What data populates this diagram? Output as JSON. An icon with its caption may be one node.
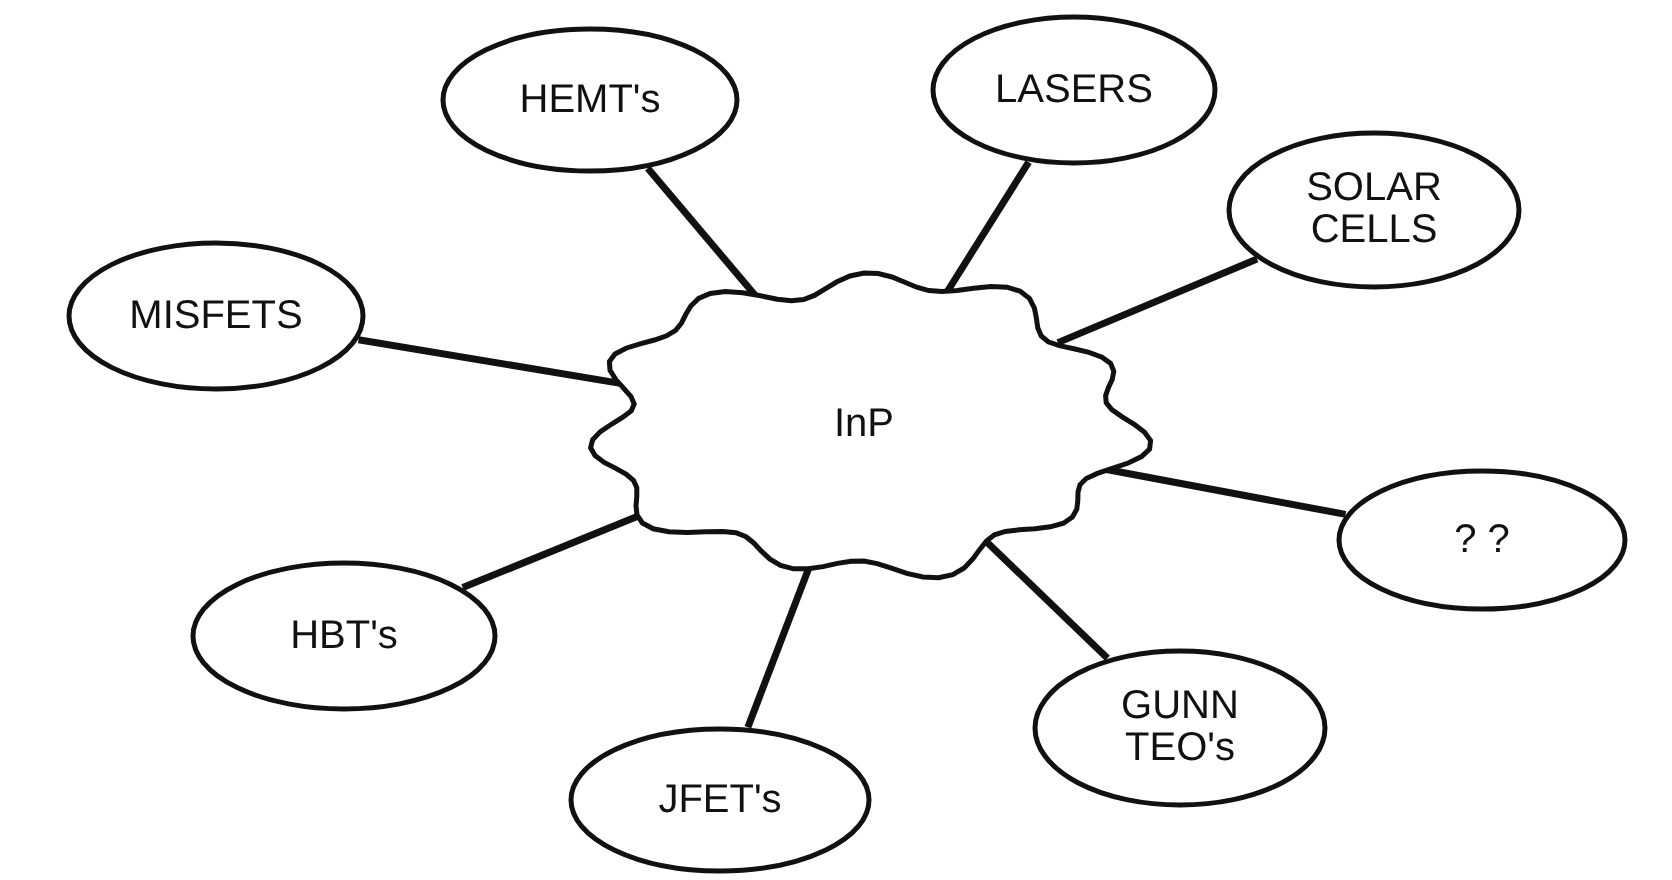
{
  "diagram": {
    "nodes": [
      {
        "text": [
          "HEMT's"
        ]
      },
      {
        "text": [
          "LASERS"
        ]
      },
      {
        "text": [
          "SOLAR CELLS"
        ]
      },
      {
        "text": [
          "MISFETS"
        ]
      },
      {
        "text": [
          "InP"
        ]
      },
      {
        "text": [
          "? ?"
        ]
      },
      {
        "text": [
          "GUNN TEO's"
        ]
      },
      {
        "text": [
          "HBT's"
        ]
      },
      {
        "text": [
          "JFET's"
        ]
      }
    ],
    "edges": [
      {
        "from": 4,
        "to": 0,
        "arrow": "none"
      },
      {
        "from": 4,
        "to": 1,
        "arrow": "none"
      },
      {
        "from": 4,
        "to": 2,
        "arrow": "none"
      },
      {
        "from": 4,
        "to": 3,
        "arrow": "none"
      },
      {
        "from": 4,
        "to": 5,
        "arrow": "none"
      },
      {
        "from": 4,
        "to": 6,
        "arrow": "none"
      },
      {
        "from": 4,
        "to": 7,
        "arrow": "none"
      },
      {
        "from": 4,
        "to": 8,
        "arrow": "none"
      }
    ]
  }
}
